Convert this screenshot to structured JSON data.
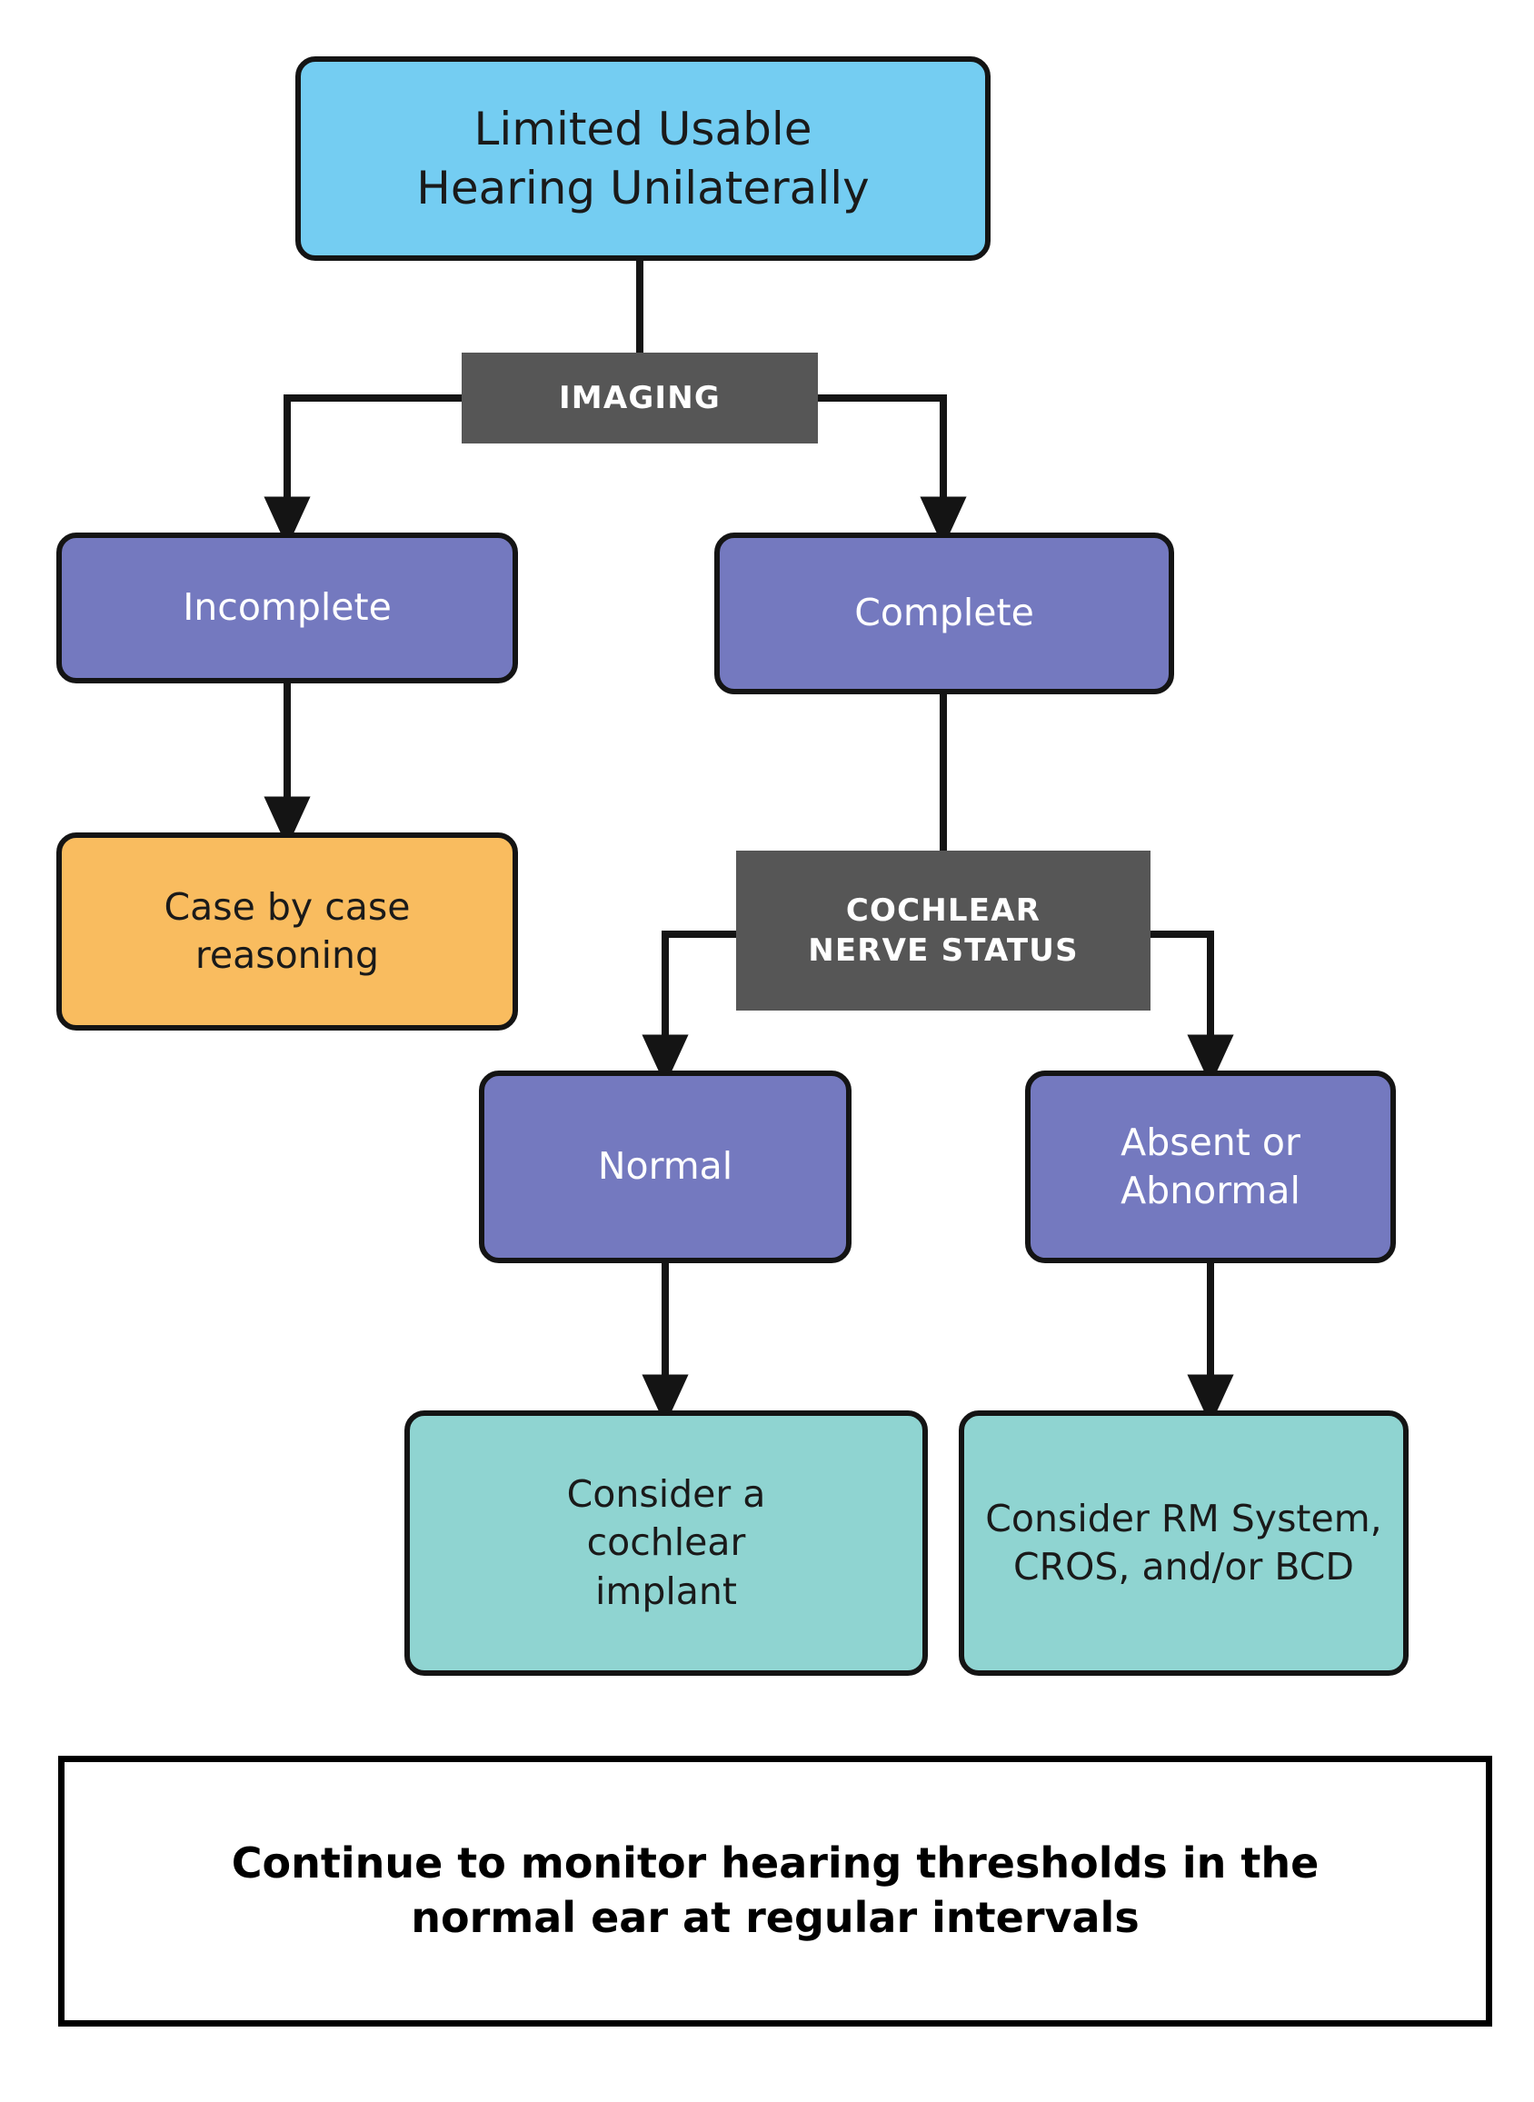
{
  "diagram": {
    "title": "Limited Usable Hearing Unilaterally management algorithm",
    "type": "flowchart",
    "background": "#ffffff",
    "palette": {
      "blue": "#74cdf2",
      "purple": "#7479bf",
      "orange": "#f9bc5f",
      "teal": "#8fd4d1",
      "gray": "#565656",
      "outline": "#141414",
      "white": "#ffffff"
    }
  },
  "nodes": {
    "root": {
      "label": "Limited Usable\nHearing Unilaterally",
      "shape": "rounded-rect",
      "fill": "#74cdf2",
      "text_color": "#1a1a1a"
    },
    "imaging": {
      "label": "IMAGING",
      "shape": "rect",
      "fill": "#565656",
      "text_color": "#ffffff",
      "role": "decision-label"
    },
    "incomplete": {
      "label": "Incomplete",
      "shape": "rounded-rect",
      "fill": "#7479bf",
      "text_color": "#ffffff"
    },
    "complete": {
      "label": "Complete",
      "shape": "rounded-rect",
      "fill": "#7479bf",
      "text_color": "#ffffff"
    },
    "case_by_case": {
      "label": "Case by case\nreasoning",
      "shape": "rounded-rect",
      "fill": "#f9bc5f",
      "text_color": "#1a1a1a"
    },
    "cochlear_nerve_status": {
      "label": "COCHLEAR\nNERVE STATUS",
      "shape": "rect",
      "fill": "#565656",
      "text_color": "#ffffff",
      "role": "decision-label"
    },
    "normal": {
      "label": "Normal",
      "shape": "rounded-rect",
      "fill": "#7479bf",
      "text_color": "#ffffff"
    },
    "absent_or_abnormal": {
      "label": "Absent or\nAbnormal",
      "shape": "rounded-rect",
      "fill": "#7479bf",
      "text_color": "#ffffff"
    },
    "cochlear_implant": {
      "label": "Consider a\ncochlear\nimplant",
      "shape": "rounded-rect",
      "fill": "#8fd4d1",
      "text_color": "#1a1a1a"
    },
    "rm_cros_bcd": {
      "label": "Consider RM System,\nCROS, and/or BCD",
      "shape": "rounded-rect",
      "fill": "#8fd4d1",
      "text_color": "#1a1a1a"
    },
    "footer_note": {
      "label": "Continue to monitor hearing thresholds in the\nnormal ear at regular intervals",
      "shape": "rect",
      "fill": "#ffffff",
      "text_color": "#000000"
    }
  },
  "edges": [
    {
      "from": "root",
      "to": "imaging",
      "style": "plain"
    },
    {
      "from": "imaging",
      "to": "incomplete",
      "style": "arrow"
    },
    {
      "from": "imaging",
      "to": "complete",
      "style": "arrow"
    },
    {
      "from": "incomplete",
      "to": "case_by_case",
      "style": "arrow"
    },
    {
      "from": "complete",
      "to": "cochlear_nerve_status",
      "style": "plain"
    },
    {
      "from": "cochlear_nerve_status",
      "to": "normal",
      "style": "arrow"
    },
    {
      "from": "cochlear_nerve_status",
      "to": "absent_or_abnormal",
      "style": "arrow"
    },
    {
      "from": "normal",
      "to": "cochlear_implant",
      "style": "arrow"
    },
    {
      "from": "absent_or_abnormal",
      "to": "rm_cros_bcd",
      "style": "arrow"
    }
  ]
}
